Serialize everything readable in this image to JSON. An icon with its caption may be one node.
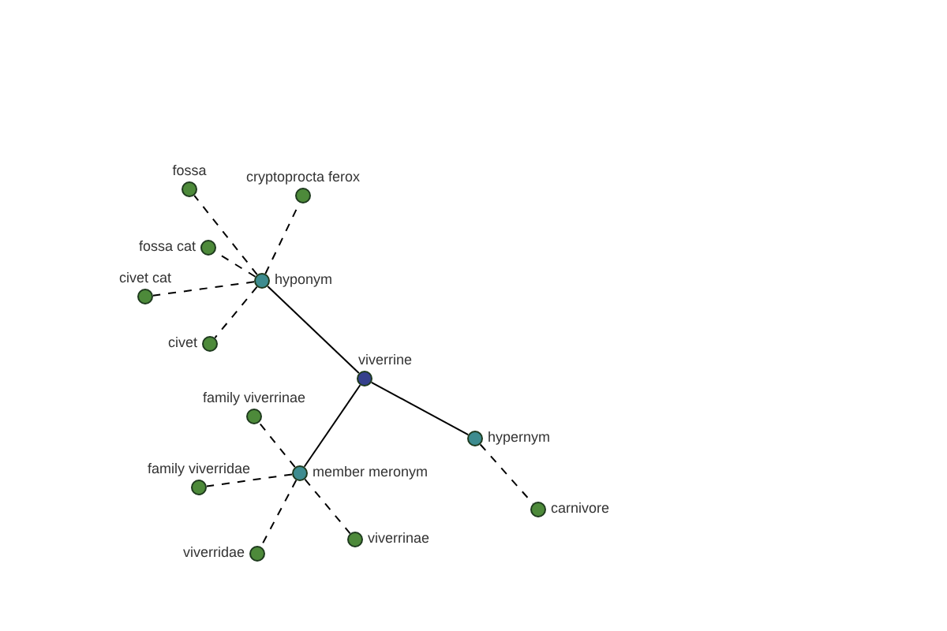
{
  "diagram": {
    "nodes": [
      {
        "text": [],
        "shape": "circle",
        "beside": [
          "fossa"
        ]
      },
      {
        "text": [],
        "shape": "circle",
        "beside": [
          "cryptoprocta ferox"
        ]
      },
      {
        "text": [],
        "shape": "circle",
        "beside": [
          "fossa cat"
        ]
      },
      {
        "text": [],
        "shape": "circle",
        "beside": [
          "hyponym"
        ]
      },
      {
        "text": [],
        "shape": "circle",
        "beside": [
          "civet cat"
        ]
      },
      {
        "text": [],
        "shape": "circle",
        "beside": [
          "civet"
        ]
      },
      {
        "text": [],
        "shape": "circle",
        "beside": [
          "viverrine"
        ]
      },
      {
        "text": [],
        "shape": "circle",
        "beside": [
          "family viverrinae"
        ]
      },
      {
        "text": [],
        "shape": "circle",
        "beside": [
          "member meronym"
        ]
      },
      {
        "text": [],
        "shape": "circle",
        "beside": [
          "hypernym"
        ]
      },
      {
        "text": [],
        "shape": "circle",
        "beside": [
          "family viverridae"
        ]
      },
      {
        "text": [],
        "shape": "circle",
        "beside": [
          "viverridae"
        ]
      },
      {
        "text": [],
        "shape": "circle",
        "beside": [
          "viverrinae"
        ]
      },
      {
        "text": [],
        "shape": "circle",
        "beside": [
          "carnivore"
        ]
      }
    ],
    "edges": [
      {
        "from": 6,
        "to": 3,
        "arrow": "none"
      },
      {
        "from": 6,
        "to": 8,
        "arrow": "none"
      },
      {
        "from": 6,
        "to": 9,
        "arrow": "none"
      },
      {
        "from": 3,
        "to": 0,
        "arrow": "none",
        "style": "dashed"
      },
      {
        "from": 3,
        "to": 1,
        "arrow": "none",
        "style": "dashed"
      },
      {
        "from": 3,
        "to": 2,
        "arrow": "none",
        "style": "dashed"
      },
      {
        "from": 3,
        "to": 4,
        "arrow": "none",
        "style": "dashed"
      },
      {
        "from": 3,
        "to": 5,
        "arrow": "none",
        "style": "dashed"
      },
      {
        "from": 8,
        "to": 7,
        "arrow": "none",
        "style": "dashed"
      },
      {
        "from": 8,
        "to": 10,
        "arrow": "none",
        "style": "dashed"
      },
      {
        "from": 8,
        "to": 11,
        "arrow": "none",
        "style": "dashed"
      },
      {
        "from": 8,
        "to": 12,
        "arrow": "none",
        "style": "dashed"
      },
      {
        "from": 9,
        "to": 13,
        "arrow": "none",
        "style": "dashed"
      }
    ]
  }
}
